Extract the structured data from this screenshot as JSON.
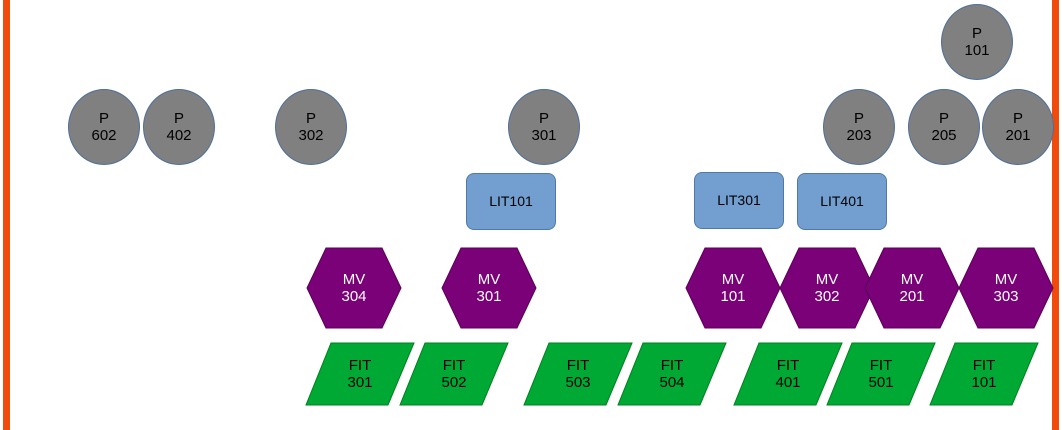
{
  "colors": {
    "frame": "#f04a0c",
    "pump": "#808080",
    "level_sensor": "#729fcf",
    "motorized_valve": "#7a0177",
    "flow_meter": "#00a933"
  },
  "pumps": [
    {
      "id": "p602",
      "label": "P\n602"
    },
    {
      "id": "p402",
      "label": "P\n402"
    },
    {
      "id": "p302",
      "label": "P\n302"
    },
    {
      "id": "p301",
      "label": "P\n301"
    },
    {
      "id": "p203",
      "label": "P\n203"
    },
    {
      "id": "p205",
      "label": "P\n205"
    },
    {
      "id": "p201",
      "label": "P\n201"
    },
    {
      "id": "p101",
      "label": "P\n101"
    }
  ],
  "level_sensors": [
    {
      "id": "lit101",
      "label": "LIT101"
    },
    {
      "id": "lit301",
      "label": "LIT301"
    },
    {
      "id": "lit401",
      "label": "LIT401"
    }
  ],
  "valves": [
    {
      "id": "mv304",
      "label": "MV\n304"
    },
    {
      "id": "mv301",
      "label": "MV\n301"
    },
    {
      "id": "mv101",
      "label": "MV\n101"
    },
    {
      "id": "mv302",
      "label": "MV\n302"
    },
    {
      "id": "mv201",
      "label": "MV\n201"
    },
    {
      "id": "mv303",
      "label": "MV\n303"
    }
  ],
  "flow_meters": [
    {
      "id": "fit301",
      "label": "FIT\n301"
    },
    {
      "id": "fit502",
      "label": "FIT\n502"
    },
    {
      "id": "fit503",
      "label": "FIT\n503"
    },
    {
      "id": "fit504",
      "label": "FIT\n504"
    },
    {
      "id": "fit401",
      "label": "FIT\n401"
    },
    {
      "id": "fit501",
      "label": "FIT\n501"
    },
    {
      "id": "fit101",
      "label": "FIT\n101"
    }
  ]
}
